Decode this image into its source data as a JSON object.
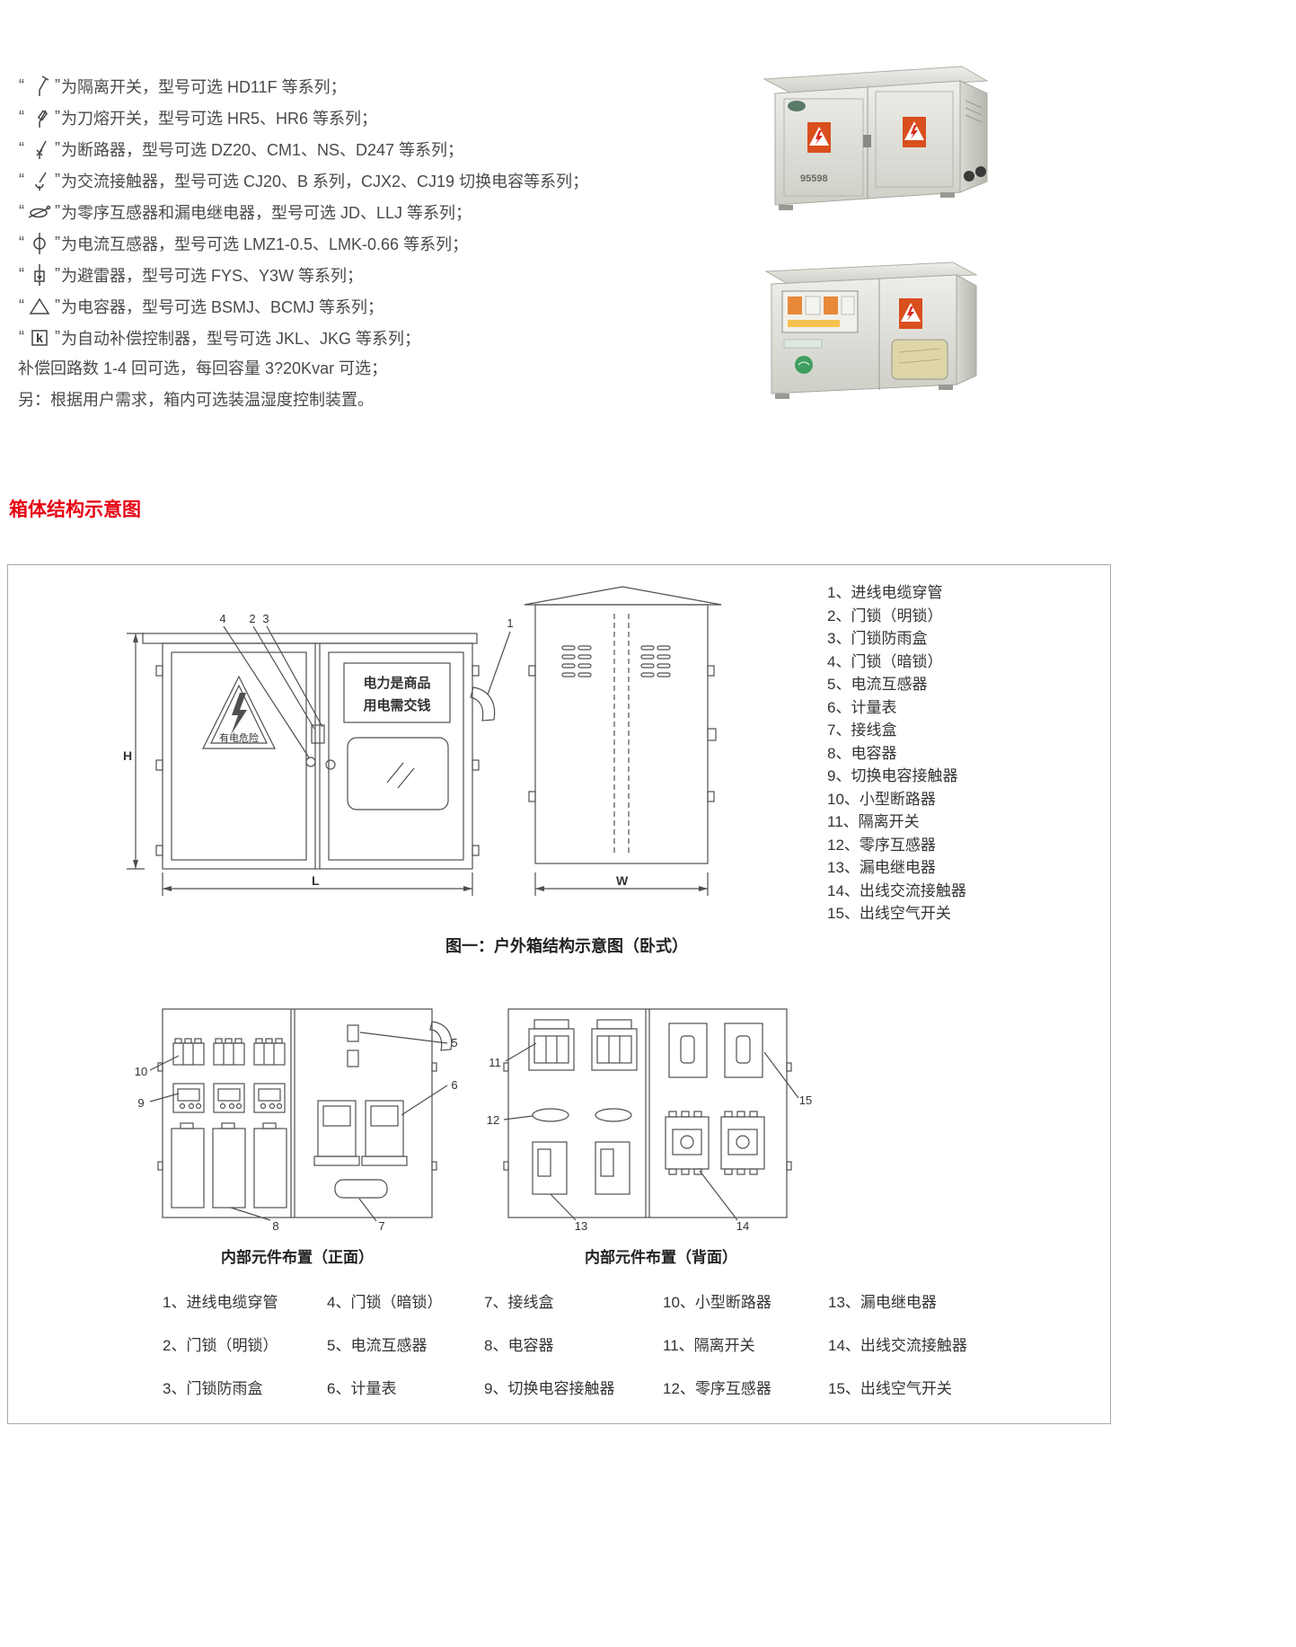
{
  "colors": {
    "heading": "#e60012",
    "text": "#4a4a4a",
    "line": "#4f4f4f",
    "warning_sticker": "#d94f1e"
  },
  "symbol_list": {
    "quote_open": "“",
    "quote_close": "”",
    "k_glyph": "k",
    "items": [
      {
        "icon": "isolator-switch",
        "text": "为隔离开关，型号可选 HD11F 等系列；"
      },
      {
        "icon": "knife-fuse-switch",
        "text": "为刀熔开关，型号可选 HR5、HR6 等系列；"
      },
      {
        "icon": "circuit-breaker",
        "text": "为断路器，型号可选 DZ20、CM1、NS、D247 等系列；"
      },
      {
        "icon": "ac-contactor",
        "text": "为交流接触器，型号可选 CJ20、B 系列，CJX2、CJ19 切换电容等系列；"
      },
      {
        "icon": "zero-sequence-ct",
        "text": "为零序互感器和漏电继电器，型号可选 JD、LLJ 等系列；"
      },
      {
        "icon": "current-transformer",
        "text": "为电流互感器，型号可选 LMZ1-0.5、LMK-0.66 等系列；"
      },
      {
        "icon": "surge-arrester",
        "text": "为避雷器，型号可选 FYS、Y3W 等系列；"
      },
      {
        "icon": "capacitor",
        "text": "为电容器，型号可选 BSMJ、BCMJ 等系列；"
      },
      {
        "icon": "auto-compensation-controller",
        "text": "为自动补偿控制器，型号可选 JKL、JKG 等系列；"
      }
    ],
    "notes": [
      "补偿回路数 1-4 回可选，每回容量 3?20Kvar 可选；",
      "另：根据用户需求，箱内可选装温湿度控制装置。"
    ]
  },
  "photos": {
    "photo1_code": "95598"
  },
  "section_title": "箱体结构示意图",
  "diagram": {
    "warning_text": "有电危险",
    "sign_line1": "电力是商品",
    "sign_line2": "用电需交钱",
    "dims": {
      "H": "H",
      "L": "L",
      "W": "W"
    },
    "nums": {
      "n1": "1",
      "n2": "2",
      "n3": "3",
      "n4": "4",
      "n5": "5",
      "n6": "6",
      "n7": "7",
      "n8": "8",
      "n9": "9",
      "n10": "10",
      "n11": "11",
      "n12": "12",
      "n13": "13",
      "n14": "14",
      "n15": "15"
    },
    "parts_list": [
      "1、进线电缆穿管",
      "2、门锁（明锁）",
      "3、门锁防雨盒",
      "4、门锁（暗锁）",
      "5、电流互感器",
      "6、计量表",
      "7、接线盒",
      "8、电容器",
      "9、切换电容接触器",
      "10、小型断路器",
      "11、隔离开关",
      "12、零序互感器",
      "13、漏电继电器",
      "14、出线交流接触器",
      "15、出线空气开关"
    ],
    "fig1_caption": "图一：户外箱结构示意图（卧式）",
    "front_caption": "内部元件布置（正面）",
    "back_caption": "内部元件布置（背面）",
    "legend_rows": [
      [
        "1、进线电缆穿管",
        "4、门锁（暗锁）",
        "7、接线盒",
        "10、小型断路器",
        "13、漏电继电器"
      ],
      [
        "2、门锁（明锁）",
        "5、电流互感器",
        "8、电容器",
        "11、隔离开关",
        "14、出线交流接触器"
      ],
      [
        "3、门锁防雨盒",
        "6、计量表",
        "9、切换电容接触器",
        "12、零序互感器",
        "15、出线空气开关"
      ]
    ]
  }
}
